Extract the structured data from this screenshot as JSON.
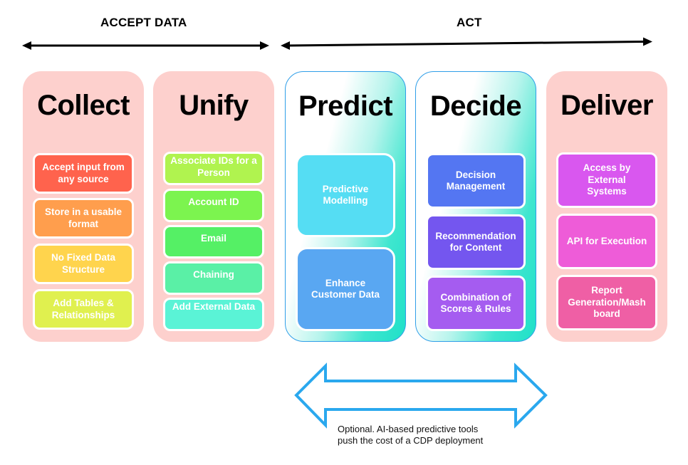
{
  "header": {
    "accept_label": "ACCEPT DATA",
    "act_label": "ACT"
  },
  "colors": {
    "panel_pink": "#fdd0cd",
    "panel_teal": "#1fe0c8",
    "panel_teal_border": "#2f9ee8",
    "bottom_arrow": "#2aa8ee"
  },
  "panels": [
    {
      "title": "Collect",
      "style": "pink",
      "items": [
        {
          "text": "Accept input from any source",
          "color": "#ff634d"
        },
        {
          "text": "Store in a usable format",
          "color": "#ff9e4d"
        },
        {
          "text": "No Fixed Data Structure",
          "color": "#ffd44d"
        },
        {
          "text": "Add Tables & Relationships",
          "color": "#e0f04f"
        }
      ]
    },
    {
      "title": "Unify",
      "style": "pink",
      "items": [
        {
          "text": "Associate IDs for a Person",
          "color": "#b0f34f"
        },
        {
          "text": "Account ID",
          "color": "#7cf44f"
        },
        {
          "text": "Email",
          "color": "#55f065"
        },
        {
          "text": "Chaining",
          "color": "#5af0a6"
        },
        {
          "text": "Add External Data",
          "color": "#5af3d6"
        }
      ]
    },
    {
      "title": "Predict",
      "style": "teal",
      "items": [
        {
          "text": "Predictive Modelling",
          "color": "#55ddf3"
        },
        {
          "text": "Enhance Customer Data",
          "color": "#59a7f2"
        }
      ]
    },
    {
      "title": "Decide",
      "style": "teal",
      "items": [
        {
          "text": "Decision Management",
          "color": "#5476f2"
        },
        {
          "text": "Recommendation for Content",
          "color": "#7456ef"
        },
        {
          "text": "Combination of Scores & Rules",
          "color": "#a55cf0"
        }
      ]
    },
    {
      "title": "Deliver",
      "style": "pink",
      "items": [
        {
          "text": "Access by External Systems",
          "color": "#d957ef"
        },
        {
          "text": "API for Execution",
          "color": "#ee5cd8"
        },
        {
          "text": "Report Generation/Mash board",
          "color": "#ef5fa5"
        }
      ]
    }
  ],
  "note": {
    "line1": "Optional. AI-based predictive tools",
    "line2": "push the cost of a CDP deployment"
  }
}
